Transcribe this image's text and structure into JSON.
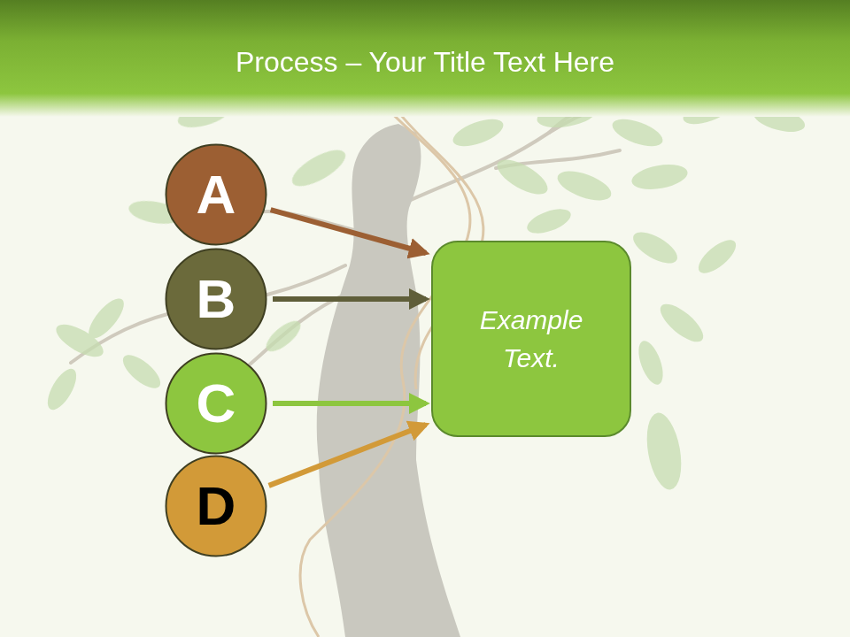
{
  "diagram": {
    "title": "Process – Your Title Text Here",
    "nodes": [
      {
        "text": [
          "A"
        ]
      },
      {
        "text": [
          "B"
        ]
      },
      {
        "text": [
          "C"
        ]
      },
      {
        "text": [
          "D"
        ]
      },
      {
        "text": [
          "Example Text."
        ]
      }
    ],
    "edges": [
      {
        "from": 0,
        "to": 4,
        "arrow": "to"
      },
      {
        "from": 1,
        "to": 4,
        "arrow": "to"
      },
      {
        "from": 2,
        "to": 4,
        "arrow": "to"
      },
      {
        "from": 3,
        "to": 4,
        "arrow": "to"
      }
    ]
  }
}
